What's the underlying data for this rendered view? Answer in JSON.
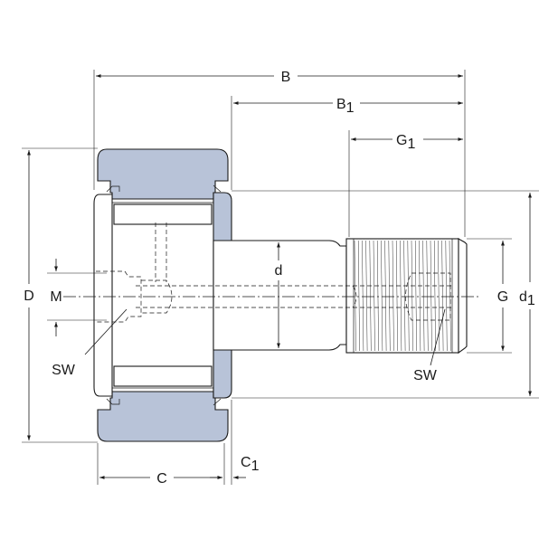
{
  "colors": {
    "outer_ring": "#b8c3d8",
    "line": "#1a1a1a",
    "background": "#ffffff"
  },
  "labels": {
    "B": "B",
    "B1_base": "B",
    "B1_sub": "1",
    "G1_base": "G",
    "G1_sub": "1",
    "D": "D",
    "M": "M",
    "d": "d",
    "G": "G",
    "d1_base": "d",
    "d1_sub": "1",
    "SW_left": "SW",
    "SW_right": "SW",
    "C": "C",
    "C1_base": "C",
    "C1_sub": "1"
  }
}
